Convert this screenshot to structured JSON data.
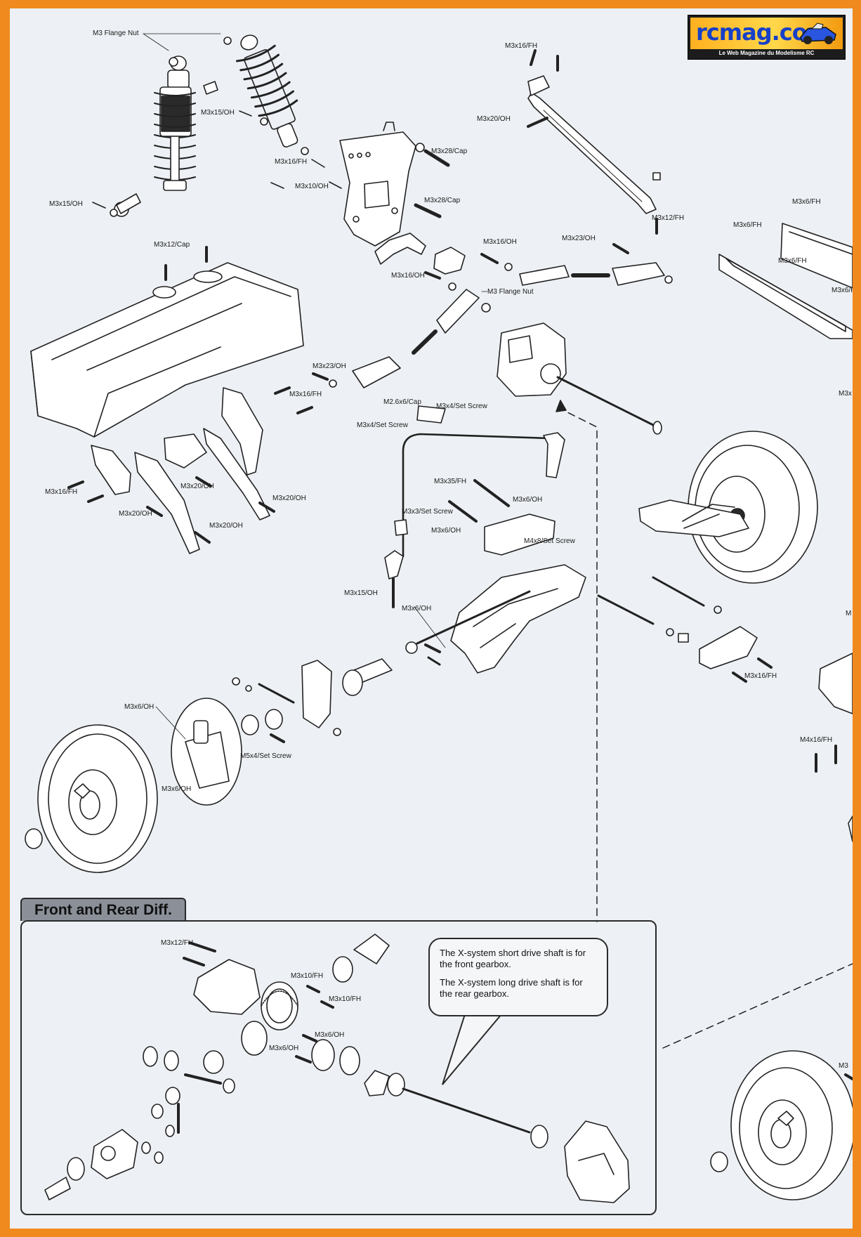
{
  "logo": {
    "text": "rcmag.com",
    "tagline": "Le Web Magazine du Modelisme RC"
  },
  "section": {
    "title": "Front and Rear Diff."
  },
  "note": {
    "line1": "The X-system short drive shaft is for the front gearbox.",
    "line2": "The X-system long drive shaft is for the rear gearbox."
  },
  "labels": [
    "M3 Flange Nut",
    "M3x15/OH",
    "M3x16/FH",
    "M3x10/OH",
    "M3x15/OH",
    "M3x28/Cap",
    "M3x28/Cap",
    "M3x16/FH",
    "M3x20/OH",
    "M3x12/FH",
    "M3x6/FH",
    "M3x6/FH",
    "M3x6/FH",
    "M3x6/F",
    "M3x12/Cap",
    "M3x16/OH",
    "M3x23/OH",
    "M3x16/OH",
    "M3 Flange Nut",
    "M3x23/OH",
    "M3x16/FH",
    "M2.6x6/Cap",
    "M3x4/Set Screw",
    "M3x4/Set Screw",
    "M3x16/FH",
    "M3x20/OH",
    "M3x20/OH",
    "M3x20/OH",
    "M3x20/OH",
    "M3x35/FH",
    "M3x6/OH",
    "M3x3/Set Screw",
    "M3x6/OH",
    "M4x8/Set Screw",
    "M3x15/OH",
    "M3x6/OH",
    "M3x16/FH",
    "M3x6/OH",
    "M5x4/Set Screw",
    "M3x6/OH",
    "M4x16/FH",
    "M3x12/FH",
    "M3x10/FH",
    "M3x10/FH",
    "M3x6/OH",
    "M3x6/OH",
    "M3x",
    "M3",
    "M"
  ]
}
